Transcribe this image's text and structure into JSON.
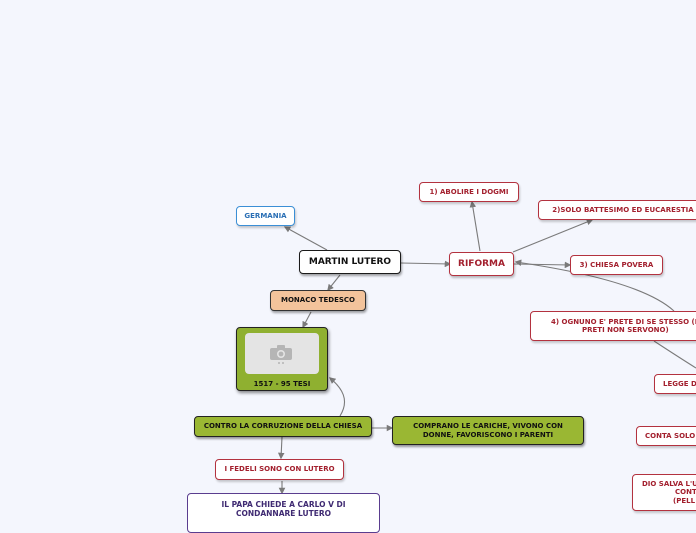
{
  "nodes": {
    "germania": "GERMANIA",
    "martin_lutero": "MARTIN LUTERO",
    "riforma": "RIFORMA",
    "abolire_dogmi": "1) ABOLIRE I DOGMI",
    "battesimo": "2)SOLO BATTESIMO ED EUCARESTIA",
    "chiesa_povera": "3) CHIESA POVERA",
    "ognuno_prete_l1": "4) OGNUNO E' PRETE DI SE STESSO (I",
    "ognuno_prete_l2": "PRETI NON SERVONO)",
    "monaco_tedesco": "MONACO TEDESCO",
    "tesi": "1517 - 95 TESI",
    "corruzione": "CONTRO LA CORRUZIONE DELLA CHIESA",
    "comprano_l1": "COMPRANO LE CARICHE, VIVONO CON",
    "comprano_l2": "DONNE, FAVORISCONO I PARENTI",
    "fedeli": "I FEDELI SONO CON LUTERO",
    "papa_l1": "IL PAPA CHIEDE A CARLO V DI",
    "papa_l2": "CONDANNARE LUTERO",
    "legge": "LEGGE D",
    "conta_solo": "CONTA SOLO",
    "dio_salva_l1": "DIO SALVA L'U",
    "dio_salva_l2": "CONT",
    "dio_salva_l3": "(PELL"
  },
  "icons": {
    "tesi_image": "camera-icon"
  },
  "colors": {
    "background": "#f4f6fd",
    "green": "#9ab733",
    "peach": "#f3c39b",
    "red": "#b3323f",
    "blue": "#3b8fd6",
    "purple": "#5a3d8f",
    "connector": "#7a7a7a"
  }
}
